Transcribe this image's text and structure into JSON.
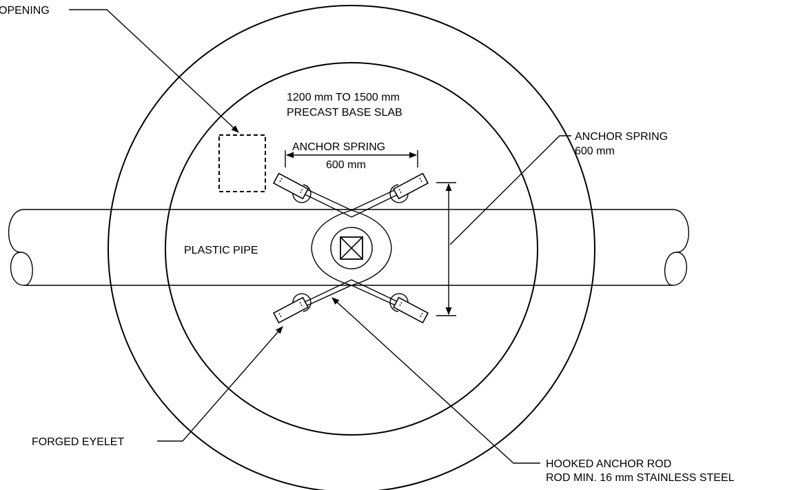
{
  "labels": {
    "opening": "OPENING",
    "base_slab_line1": "1200 mm TO 1500 mm",
    "base_slab_line2": "PRECAST BASE SLAB",
    "anchor_spring_inner_line1": "ANCHOR SPRING",
    "anchor_spring_inner_line2": "600 mm",
    "anchor_spring_right_line1": "ANCHOR SPRING",
    "anchor_spring_right_line2": "600 mm",
    "plastic_pipe": "PLASTIC PIPE",
    "forged_eyelet": "FORGED EYELET",
    "hooked_rod_line1": "HOOKED ANCHOR ROD",
    "hooked_rod_line2": "ROD MIN. 16 mm STAINLESS STEEL"
  },
  "colors": {
    "line": "#000000",
    "background": "#ffffff"
  }
}
